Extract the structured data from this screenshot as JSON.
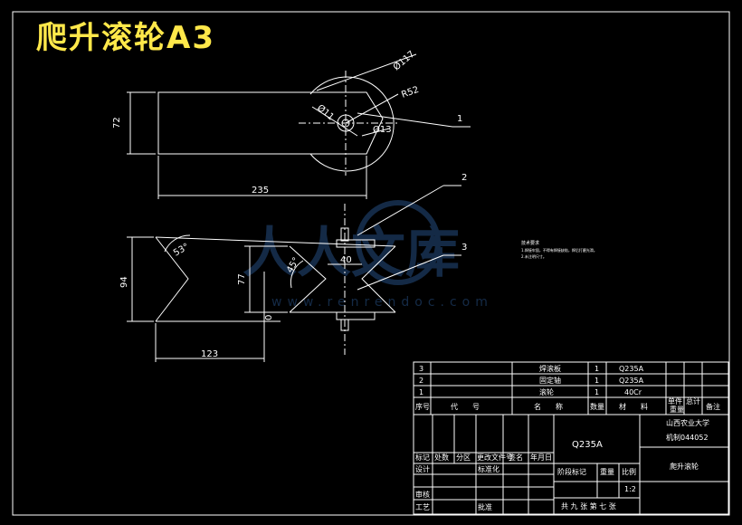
{
  "title": "爬升滚轮A3",
  "top_view": {
    "dim_height": "72",
    "dim_length": "235",
    "dim_outer_dia": "Ø117",
    "dim_radius": "R52",
    "dim_hole": "Ø11",
    "dim_hub": "Ø13",
    "leader_1": "1"
  },
  "front_view": {
    "dim_height": "94",
    "dim_angle_left": "53°",
    "dim_width": "40",
    "dim_77": "77",
    "dim_angle_45": "45°",
    "dim_0": "0",
    "dim_123": "123",
    "leader_2": "2",
    "leader_3": "3"
  },
  "watermark": {
    "text": "人人文库",
    "url": "www.renrendoc.com"
  },
  "notes": {
    "title": "技术要求",
    "line1": "1.焊接牢固，不得有焊接缺陷，焊后打磨光滑。",
    "line2": "2.未注明尺寸。"
  },
  "parts": [
    {
      "no": "3",
      "name": "焊滚板",
      "qty": "1",
      "material": "Q235A"
    },
    {
      "no": "2",
      "name": "固定轴",
      "qty": "1",
      "material": "Q235A"
    },
    {
      "no": "1",
      "name": "滚轮",
      "qty": "1",
      "material": "40Cr"
    }
  ],
  "parts_header": {
    "no": "序号",
    "code": "代　　号",
    "name": "名　　称",
    "qty": "数量",
    "material": "材　　料",
    "single": "单件",
    "total": "总计",
    "weight": "重量",
    "remark": "备注"
  },
  "title_block": {
    "material": "Q235A",
    "org_line1": "山西农业大学",
    "org_line2": "机制044052",
    "drawing_name": "爬升滚轮",
    "row_mark": "标记",
    "row_count": "处数",
    "row_zone": "分区",
    "row_doc": "更改文件号",
    "row_sign": "签名",
    "row_date": "年月日",
    "design": "设计",
    "standard": "标准化",
    "stage": "阶段标记",
    "weight": "重量",
    "ratio": "比例",
    "scale": "1:2",
    "review": "审核",
    "craft": "工艺",
    "approve": "批准",
    "sheets": "共 九 张 第 七 张"
  }
}
